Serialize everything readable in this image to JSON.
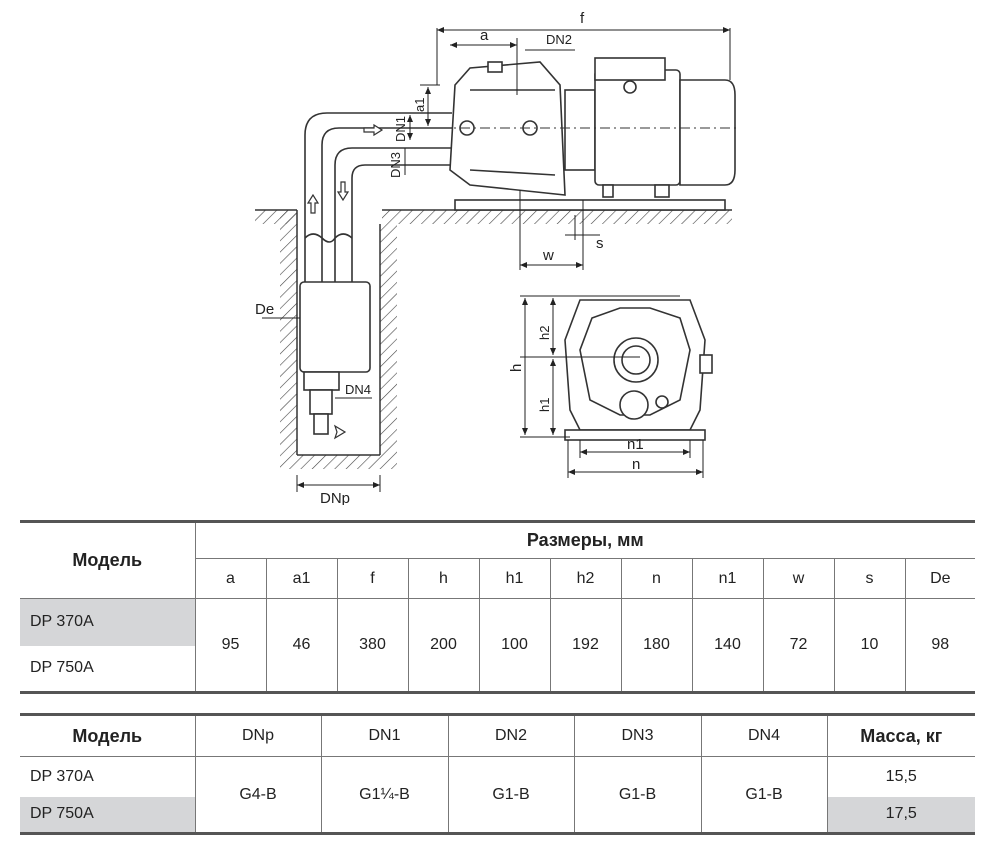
{
  "diagram": {
    "dim_labels": {
      "f": "f",
      "a": "a",
      "dn2": "DN2",
      "a1": "a1",
      "dn1": "DN1",
      "dn3": "DN3",
      "w": "w",
      "s": "s",
      "de": "De",
      "dn4": "DN4",
      "dnp": "DNp",
      "h": "h",
      "h2": "h2",
      "h1": "h1",
      "n1": "n1",
      "n": "n"
    }
  },
  "table1": {
    "model_header": "Модель",
    "group_header": "Размеры, мм",
    "columns": [
      "a",
      "a1",
      "f",
      "h",
      "h1",
      "h2",
      "n",
      "n1",
      "w",
      "s",
      "De"
    ],
    "models": [
      "DP 370A",
      "DP 750A"
    ],
    "values": [
      "95",
      "46",
      "380",
      "200",
      "100",
      "192",
      "180",
      "140",
      "72",
      "10",
      "98"
    ]
  },
  "table2": {
    "model_header": "Модель",
    "columns": [
      "DNp",
      "DN1",
      "DN2",
      "DN3",
      "DN4"
    ],
    "mass_header": "Масса, кг",
    "models": [
      "DP 370A",
      "DP 750A"
    ],
    "values": [
      "G4-B",
      "G1¼-B",
      "G1-B",
      "G1-B",
      "G1-B"
    ],
    "mass": [
      "15,5",
      "17,5"
    ]
  }
}
